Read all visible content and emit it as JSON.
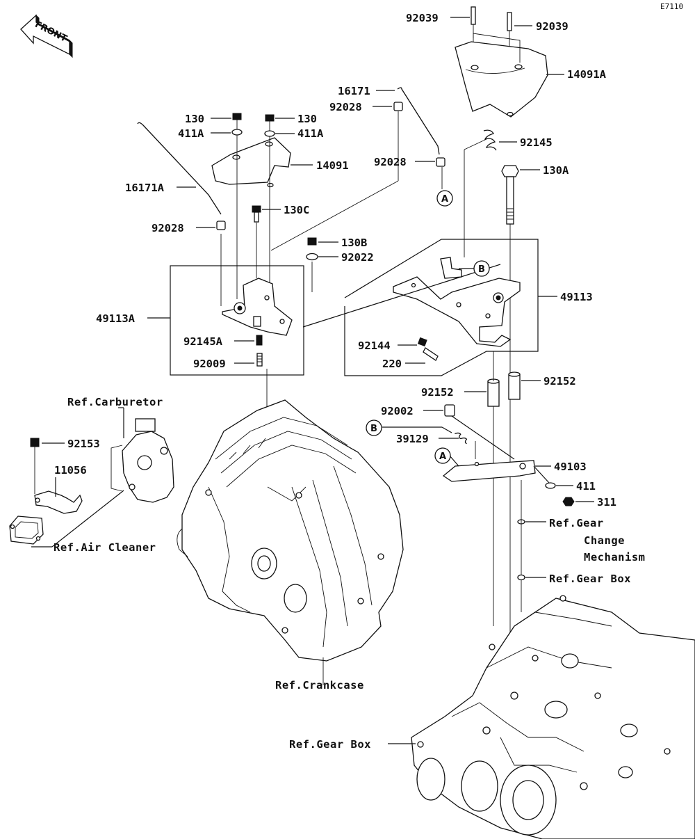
{
  "diagram_code": "E7110",
  "front_label": "FRONT",
  "callouts": {
    "a": "A",
    "b": "B"
  },
  "labels": {
    "p92039_left": "92039",
    "p92039_right": "92039",
    "p14091A": "14091A",
    "p16171_top": "16171",
    "p92028_top": "92028",
    "p92028_mid": "92028",
    "p92145": "92145",
    "p130_left": "130",
    "p130_right": "130",
    "p411A_left": "411A",
    "p411A_right": "411A",
    "p14091": "14091",
    "p16171A": "16171A",
    "p130C": "130C",
    "p130A": "130A",
    "p92028_left": "92028",
    "p130B": "130B",
    "p92022": "92022",
    "p49113A": "49113A",
    "p49113": "49113",
    "p92145A": "92145A",
    "p92144": "92144",
    "p92009": "92009",
    "p220": "220",
    "p92152_left": "92152",
    "p92152_right": "92152",
    "p92002": "92002",
    "p39129": "39129",
    "p49103": "49103",
    "p411": "411",
    "p311": "311",
    "p92153": "92153",
    "p11056": "11056"
  },
  "references": {
    "carburetor": "Ref.Carburetor",
    "air_cleaner": "Ref.Air Cleaner",
    "crankcase": "Ref.Crankcase",
    "gear_box_lower": "Ref.Gear Box",
    "gear_box_right": "Ref.Gear Box",
    "gear_change_1": "Ref.Gear",
    "gear_change_2": "Change",
    "gear_change_3": "Mechanism"
  }
}
